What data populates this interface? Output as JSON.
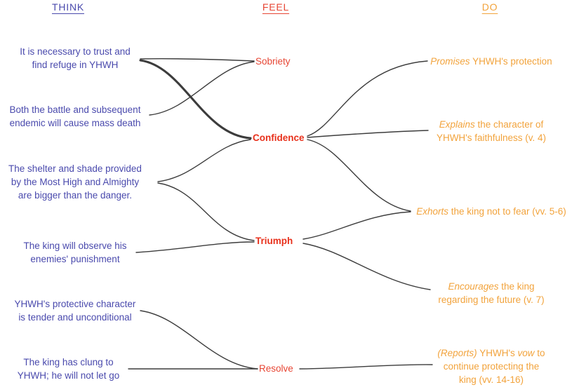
{
  "colors": {
    "think": "#4a4aad",
    "feel": "#e74634",
    "feel-strong": "#e8311c",
    "do": "#f2a33c",
    "edge": "#3c3c3c"
  },
  "columns": {
    "think": {
      "label": "THINK",
      "items": [
        "It is necessary to trust and\nfind refuge in YHWH",
        "Both the battle and subsequent\nendemic will cause mass death",
        "The shelter and shade provided\nby the Most High and Almighty\nare bigger than the danger.",
        "The king will observe his\nenemies' punishment",
        "YHWH's protective character\nis tender and unconditional",
        "The king has clung to\nYHWH; he will not let go"
      ]
    },
    "feel": {
      "label": "FEEL",
      "items": [
        {
          "label": "Sobriety",
          "emphasis": false
        },
        {
          "label": "Confidence",
          "emphasis": true
        },
        {
          "label": "Triumph",
          "emphasis": true
        },
        {
          "label": "Resolve",
          "emphasis": false
        }
      ]
    },
    "do": {
      "label": "DO",
      "items": [
        {
          "segments": [
            {
              "t": "Promises",
              "i": true
            },
            {
              "t": " YHWH's protection",
              "i": false
            }
          ]
        },
        {
          "segments": [
            {
              "t": "Explains",
              "i": true
            },
            {
              "t": " the character of\nYHWH's faithfulness (v. 4)",
              "i": false
            }
          ]
        },
        {
          "segments": [
            {
              "t": "Exhorts",
              "i": true
            },
            {
              "t": " the king not to fear (vv. 5-6)",
              "i": false
            }
          ]
        },
        {
          "segments": [
            {
              "t": "Encourages",
              "i": true
            },
            {
              "t": " the king\nregarding the future (v. 7)",
              "i": false
            }
          ]
        },
        {
          "segments": [
            {
              "t": "(Reports)",
              "i": true
            },
            {
              "t": " YHWH's ",
              "i": false
            },
            {
              "t": "vow",
              "i": true
            },
            {
              "t": " to\ncontinue protecting the\nking (vv. 14-16)",
              "i": false
            }
          ]
        }
      ]
    }
  },
  "connections": {
    "think_to_feel": [
      {
        "from": 0,
        "to": "Sobriety",
        "weight": "normal"
      },
      {
        "from": 0,
        "to": "Confidence",
        "weight": "thick"
      },
      {
        "from": 1,
        "to": "Sobriety",
        "weight": "normal"
      },
      {
        "from": 2,
        "to": "Confidence",
        "weight": "normal"
      },
      {
        "from": 2,
        "to": "Triumph",
        "weight": "normal"
      },
      {
        "from": 3,
        "to": "Triumph",
        "weight": "normal"
      },
      {
        "from": 4,
        "to": "Resolve",
        "weight": "normal"
      },
      {
        "from": 5,
        "to": "Resolve",
        "weight": "normal"
      }
    ],
    "feel_to_do": [
      {
        "from": "Confidence",
        "to": 0
      },
      {
        "from": "Confidence",
        "to": 1
      },
      {
        "from": "Confidence",
        "to": 2
      },
      {
        "from": "Triumph",
        "to": 2
      },
      {
        "from": "Triumph",
        "to": 3
      },
      {
        "from": "Resolve",
        "to": 4
      }
    ]
  }
}
